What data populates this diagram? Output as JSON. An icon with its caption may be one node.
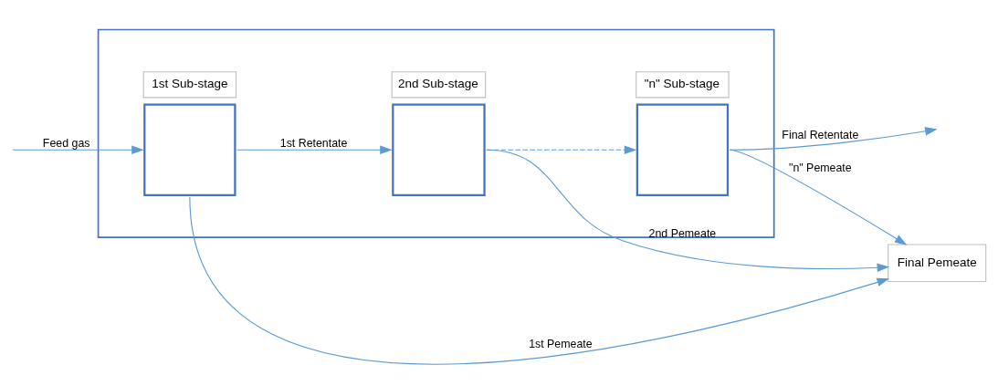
{
  "diagram": {
    "nodes": [
      {
        "text": [],
        "shape": "box"
      },
      {
        "text": [],
        "shape": "box",
        "in": 0,
        "beside": [
          "1st Sub-stage"
        ]
      },
      {
        "text": [],
        "shape": "box",
        "in": 0,
        "beside": [
          "2nd Sub-stage"
        ]
      },
      {
        "text": [],
        "shape": "box",
        "in": 0,
        "beside": [
          "\"n\" Sub-stage"
        ]
      },
      {
        "text": [
          "Final Pemeate"
        ]
      }
    ],
    "edges": [
      {
        "from": null,
        "to": 1,
        "arrow": "to",
        "label": "Feed gas"
      },
      {
        "from": 1,
        "to": 2,
        "arrow": "to",
        "label": "1st Retentate"
      },
      {
        "from": 2,
        "to": 3,
        "arrow": "to",
        "style": "dashed"
      },
      {
        "from": 3,
        "to": null,
        "arrow": "to",
        "label": "Final Retentate"
      },
      {
        "from": 1,
        "to": 4,
        "arrow": "to",
        "label": "1st Pemeate"
      },
      {
        "from": 2,
        "to": 4,
        "arrow": "to",
        "label": "2nd Pemeate"
      },
      {
        "from": 3,
        "to": 4,
        "arrow": "to",
        "label": "\"n\" Pemeate"
      }
    ]
  }
}
